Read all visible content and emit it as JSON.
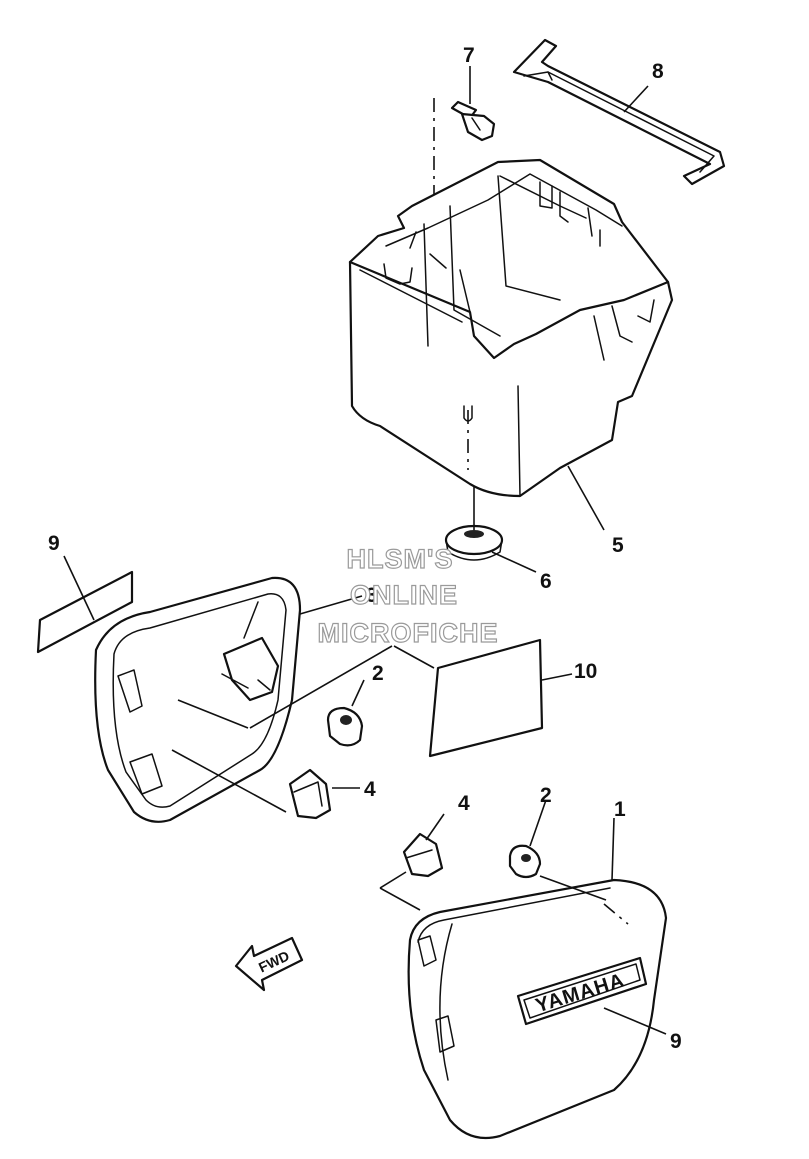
{
  "callouts": {
    "c1": "1",
    "c2a": "2",
    "c2b": "2",
    "c3": "3",
    "c4a": "4",
    "c4b": "4",
    "c5": "5",
    "c6": "6",
    "c7": "7",
    "c8": "8",
    "c9a": "9",
    "c9b": "9",
    "c10": "10"
  },
  "watermark": {
    "line1": "HLSM'S",
    "line2": "ONLINE",
    "line3": "MICROFICHE"
  },
  "emblem": "YAMAHA",
  "direction_arrow": "FWD"
}
